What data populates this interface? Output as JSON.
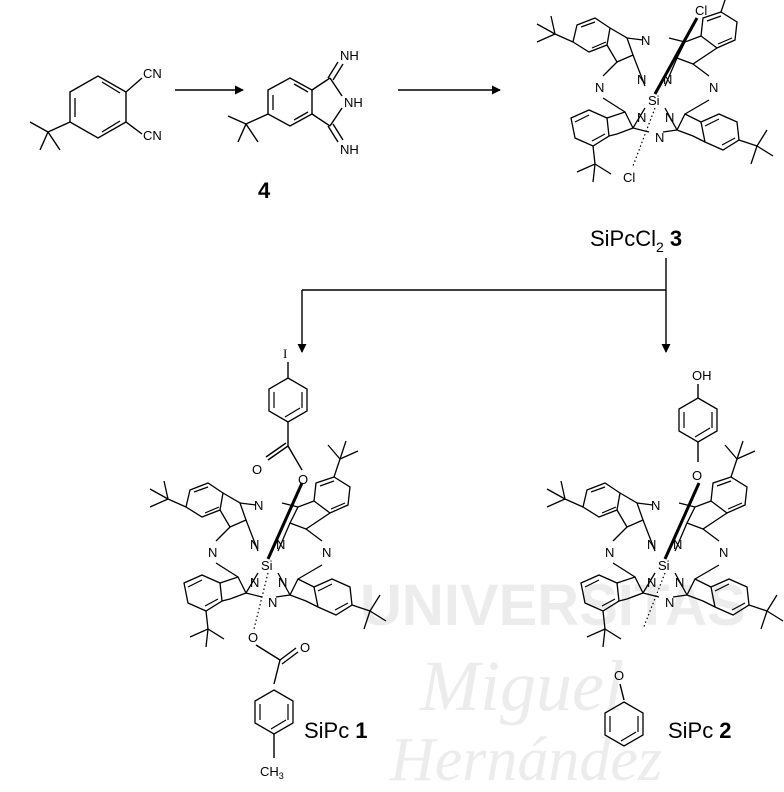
{
  "labels": {
    "compound_4": "4",
    "sipccl2_prefix": "SiPcCl",
    "sipccl2_sub": "2",
    "sipccl2_num": "3",
    "sipc1_prefix": "SiPc",
    "sipc1_num": "1",
    "sipc2_prefix": "SiPc",
    "sipc2_num": "2"
  },
  "atoms": {
    "cn": "CN",
    "nh": "NH",
    "n": "N",
    "si": "Si",
    "cl": "Cl",
    "i": "I",
    "o": "O",
    "oh": "OH",
    "ch": "CH",
    "sub3": "3"
  },
  "watermark": {
    "line1": "UNIVERSITAS",
    "line2": "Miguel",
    "line3": "Hernández"
  },
  "colors": {
    "ink": "#000000",
    "watermark": "#ececec"
  }
}
